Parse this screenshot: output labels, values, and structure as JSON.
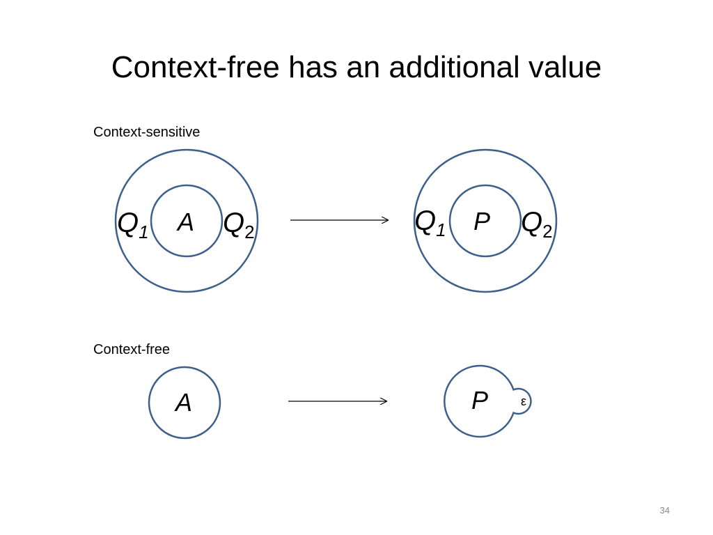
{
  "slide": {
    "title": "Context-free has an additional value",
    "number": "34"
  },
  "context_sensitive": {
    "label": "Context-sensitive",
    "left": {
      "outer_left": "Q",
      "outer_left_sub": "1",
      "inner": "A",
      "outer_right": "Q",
      "outer_right_sub": "2"
    },
    "right": {
      "outer_left": "Q",
      "outer_left_sub": "1",
      "inner": "P",
      "outer_right": "Q",
      "outer_right_sub": "2"
    }
  },
  "context_free": {
    "label": "Context-free",
    "left": {
      "inner": "A"
    },
    "right": {
      "inner": "P",
      "bubble": "ε"
    }
  },
  "colors": {
    "circle_stroke": "#3d5f8c",
    "arrow": "#000000"
  }
}
